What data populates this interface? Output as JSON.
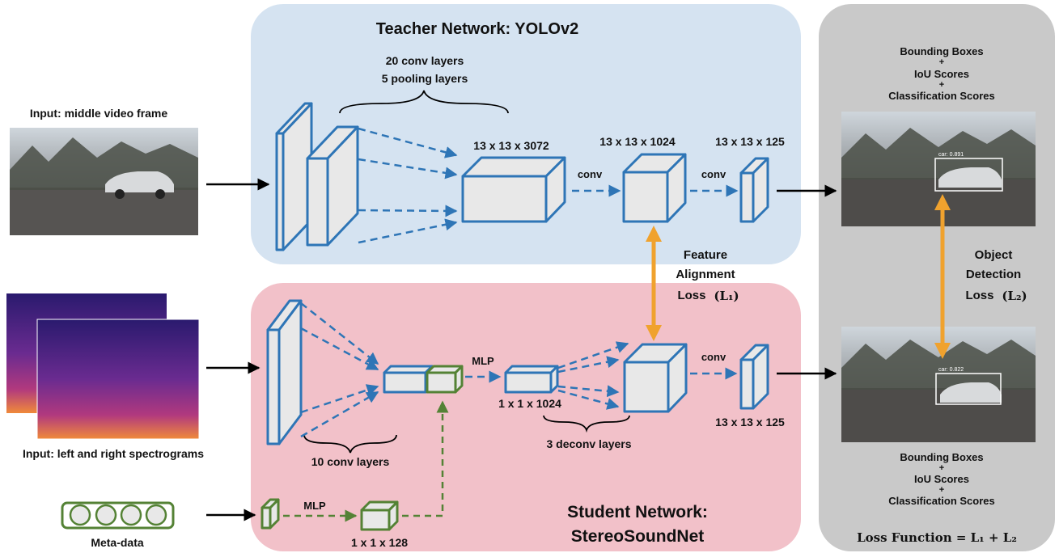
{
  "teacher": {
    "title": "Teacher Network: YOLOv2",
    "input_label": "Input: middle video frame",
    "conv_stack_label_1": "20 conv layers",
    "conv_stack_label_2": "5 pooling layers",
    "dim_3072": "13 x 13 x 3072",
    "dim_1024": "13 x 13 x 1024",
    "dim_125": "13 x 13 x 125",
    "conv_a": "conv",
    "conv_b": "conv"
  },
  "student": {
    "title_line1": "Student Network:",
    "title_line2": "StereoSoundNet",
    "input_label": "Input: left and right spectrograms",
    "conv_label": "10 conv layers",
    "mlp_top": "MLP",
    "dim_1024": "1 x 1 x 1024",
    "deconv_label": "3 deconv layers",
    "conv": "conv",
    "dim_125": "13 x 13 x 125",
    "mlp_bottom": "MLP",
    "dim_128": "1 x 1 x 128",
    "meta_label": "Meta-data"
  },
  "losses": {
    "feature_line1": "Feature",
    "feature_line2": "Alignment",
    "feature_line3": "Loss",
    "feature_symbol": "(L₁)",
    "object_line1": "Object",
    "object_line2": "Detection",
    "object_line3": "Loss",
    "object_symbol": "(L₂)"
  },
  "outputs": {
    "top_line1": "Bounding Boxes",
    "top_plus1": "+",
    "top_line2": "IoU Scores",
    "top_plus2": "+",
    "top_line3": "Classification Scores",
    "top_detection": "car: 0.891",
    "bottom_line1": "Bounding Boxes",
    "bottom_plus1": "+",
    "bottom_line2": "IoU Scores",
    "bottom_plus2": "+",
    "bottom_line3": "Classification Scores",
    "bottom_detection": "car: 0.822",
    "loss_function": "Loss Function = L₁ + L₂"
  },
  "colors": {
    "teacher_bg": "#d5e3f1",
    "student_bg": "#f2c1c9",
    "loss_panel_bg": "#c9c9c9",
    "net_blue": "#2e75b6",
    "meta_green": "#548235",
    "loss_orange": "#f0a22e"
  }
}
